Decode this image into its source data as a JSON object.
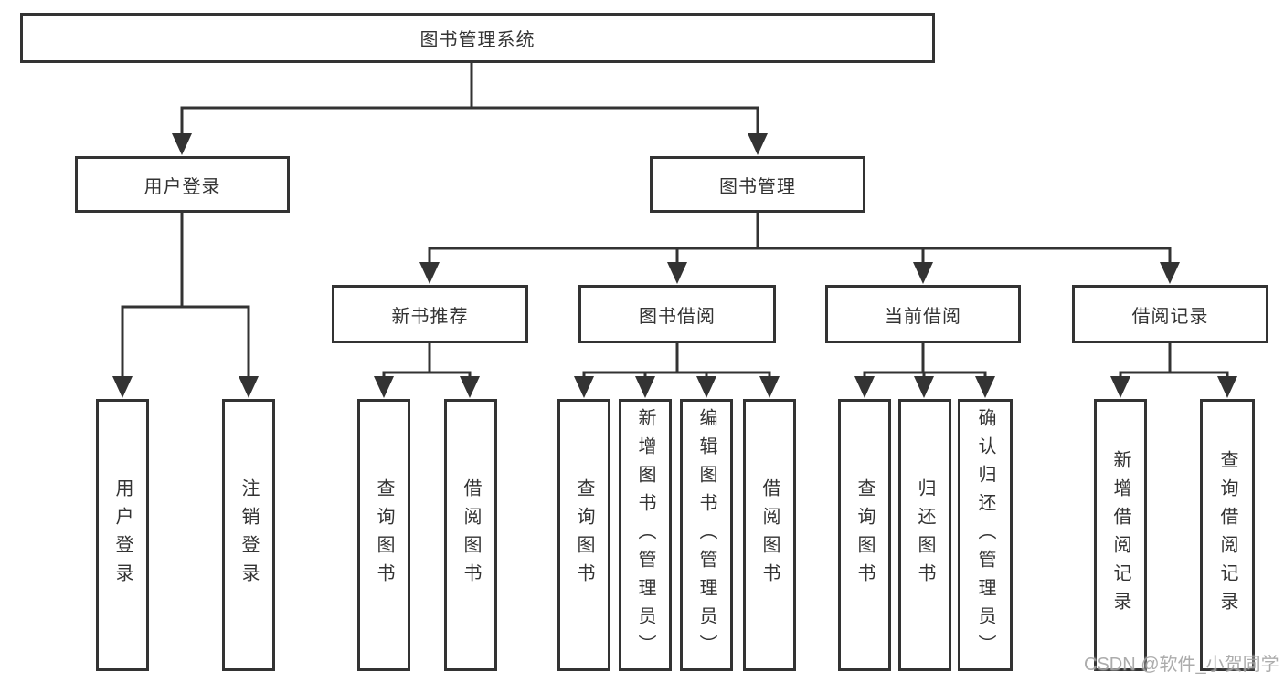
{
  "tree": {
    "label": "图书管理系统",
    "children": [
      {
        "label": "用户登录",
        "children": [
          {
            "label": "用户登录"
          },
          {
            "label": "注销登录"
          }
        ]
      },
      {
        "label": "图书管理",
        "children": [
          {
            "label": "新书推荐",
            "children": [
              {
                "label": "查询图书"
              },
              {
                "label": "借阅图书"
              }
            ]
          },
          {
            "label": "图书借阅",
            "children": [
              {
                "label": "查询图书"
              },
              {
                "label": "新增图书（管理员）"
              },
              {
                "label": "编辑图书（管理员）"
              },
              {
                "label": "借阅图书"
              }
            ]
          },
          {
            "label": "当前借阅",
            "children": [
              {
                "label": "查询图书"
              },
              {
                "label": "归还图书"
              },
              {
                "label": "确认归还（管理员）"
              }
            ]
          },
          {
            "label": "借阅记录",
            "children": [
              {
                "label": "新增借阅记录"
              },
              {
                "label": "查询借阅记录"
              }
            ]
          }
        ]
      }
    ]
  },
  "watermark": {
    "text": "CSDN @软件_小贺同学",
    "color": "#9e9e9e"
  },
  "colors": {
    "line": "#333333",
    "box_border": "#333333",
    "box_background": "#ffffff",
    "text": "#333333"
  }
}
